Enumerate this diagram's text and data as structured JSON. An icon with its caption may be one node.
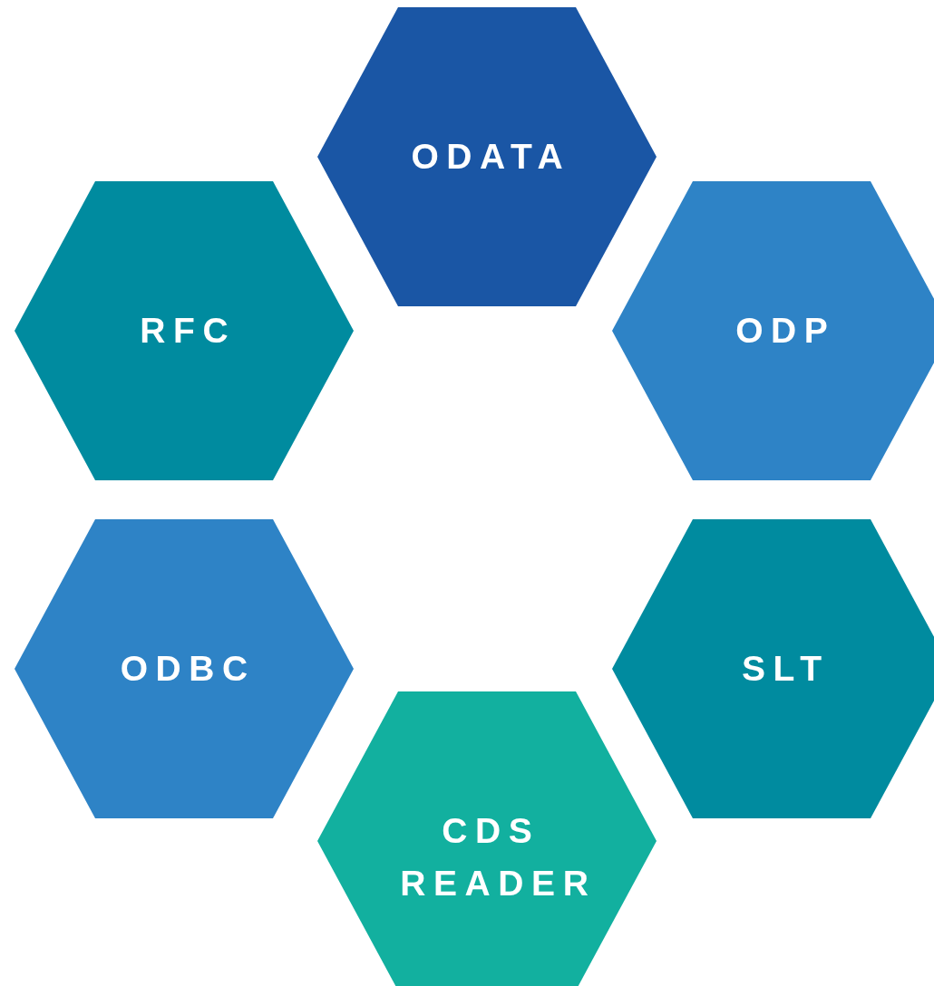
{
  "diagram": {
    "nodes": [
      {
        "text": [
          "ODATA"
        ]
      },
      {
        "text": [
          "RFC"
        ]
      },
      {
        "text": [
          "ODP"
        ]
      },
      {
        "text": [
          "ODBC"
        ]
      },
      {
        "text": [
          "SLT"
        ]
      },
      {
        "text": [
          "CDS READER"
        ]
      }
    ]
  }
}
